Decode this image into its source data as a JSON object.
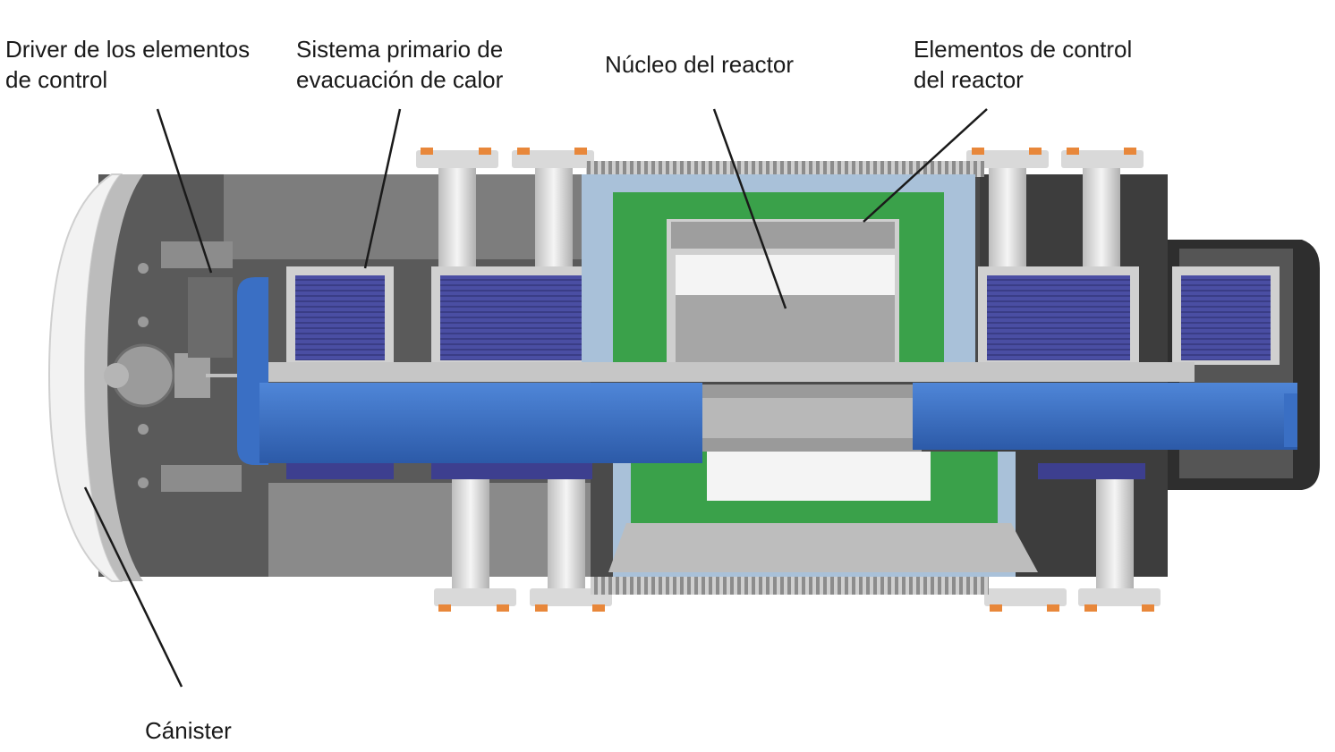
{
  "labels": {
    "driver": {
      "line1": "Driver de los elementos",
      "line2": "de control"
    },
    "primary": {
      "line1": "Sistema primario de",
      "line2": "evacuación de calor"
    },
    "core": {
      "line1": "Núcleo del reactor"
    },
    "control": {
      "line1": "Elementos de control",
      "line2": "del reactor"
    },
    "canister": {
      "line1": "Cánister"
    }
  },
  "colors": {
    "housing_dark": "#3c3c3c",
    "housing_mid": "#8a8a8a",
    "steel_light": "#d9d9d9",
    "heat_pipe_blue": "#3a6fc4",
    "panel_navy": "#3d3f8f",
    "shield_green": "#3aa14a",
    "frame_lightblue": "#a9c1d9",
    "core_gray": "#a6a6a6",
    "accent_orange": "#e8873a",
    "canister_white": "#f2f2f2"
  }
}
